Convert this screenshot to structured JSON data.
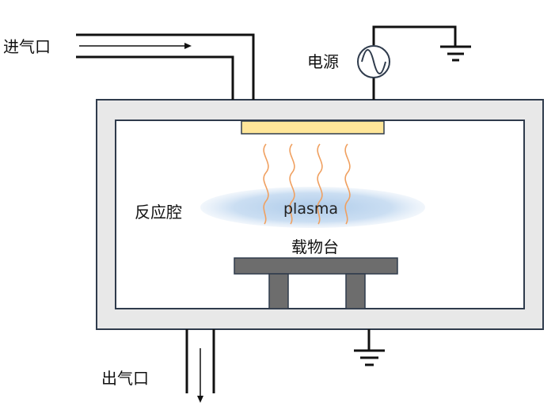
{
  "labels": {
    "gas_inlet": "进气口",
    "power_supply": "电源",
    "reaction_chamber": "反应腔",
    "plasma": "plasma",
    "stage": "载物台",
    "gas_outlet": "出气口"
  },
  "colors": {
    "chamber_wall_fill": "#e8e8e8",
    "outline": "#2f3b4c",
    "electrode_fill": "#ffe699",
    "plasma_fill": "#a9c8e8",
    "wave_stroke": "#f0a060",
    "stage_fill": "#6d6d6d",
    "pipe_stroke": "#111111"
  },
  "icons": {
    "power_source": "ac-source-icon",
    "ground": "ground-icon"
  }
}
